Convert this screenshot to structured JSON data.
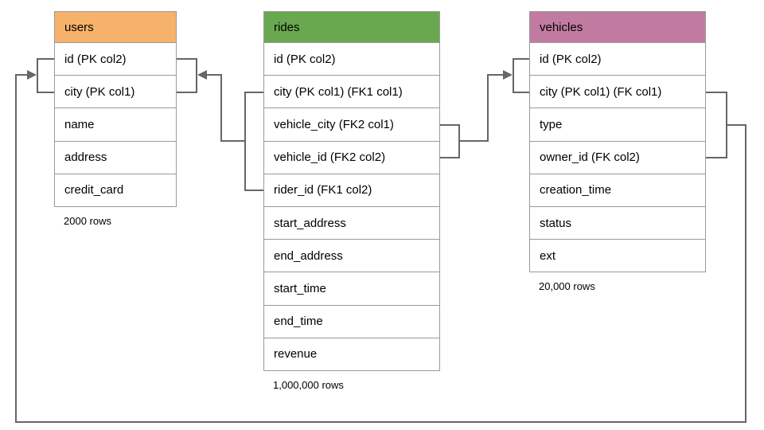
{
  "diagram": {
    "title": "database-schema-er-diagram",
    "connector_color": "#666666",
    "tables": [
      {
        "key": "users",
        "name": "users",
        "header_color": "#f6b26b",
        "rows": [
          "id (PK col2)",
          "city (PK col1)",
          "name",
          "address",
          "credit_card"
        ],
        "row_count_label": "2000 rows"
      },
      {
        "key": "rides",
        "name": "rides",
        "header_color": "#6aa84f",
        "rows": [
          "id (PK col2)",
          "city (PK col1) (FK1 col1)",
          "vehicle_city (FK2 col1)",
          "vehicle_id (FK2 col2)",
          "rider_id (FK1 col2)",
          "start_address",
          "end_address",
          "start_time",
          "end_time",
          "revenue"
        ],
        "row_count_label": "1,000,000 rows"
      },
      {
        "key": "vehicles",
        "name": "vehicles",
        "header_color": "#c27ba0",
        "rows": [
          "id (PK col2)",
          "city (PK col1) (FK col1)",
          "type",
          "owner_id (FK col2)",
          "creation_time",
          "status",
          "ext"
        ],
        "row_count_label": "20,000 rows"
      }
    ],
    "connectors": [
      {
        "name": "rides-to-users",
        "from_table": "rides",
        "from_columns": [
          "city (PK col1) (FK1 col1)",
          "rider_id (FK1 col2)"
        ],
        "to_table": "users",
        "to_columns": [
          "id (PK col2)",
          "city (PK col1)"
        ]
      },
      {
        "name": "rides-to-vehicles",
        "from_table": "rides",
        "from_columns": [
          "vehicle_city (FK2 col1)",
          "vehicle_id (FK2 col2)"
        ],
        "to_table": "vehicles",
        "to_columns": [
          "id (PK col2)",
          "city (PK col1) (FK col1)"
        ]
      },
      {
        "name": "vehicles-to-users",
        "from_table": "vehicles",
        "from_columns": [
          "city (PK col1) (FK col1)",
          "owner_id (FK col2)"
        ],
        "to_table": "users",
        "to_columns": [
          "id (PK col2)",
          "city (PK col1)"
        ]
      }
    ]
  }
}
